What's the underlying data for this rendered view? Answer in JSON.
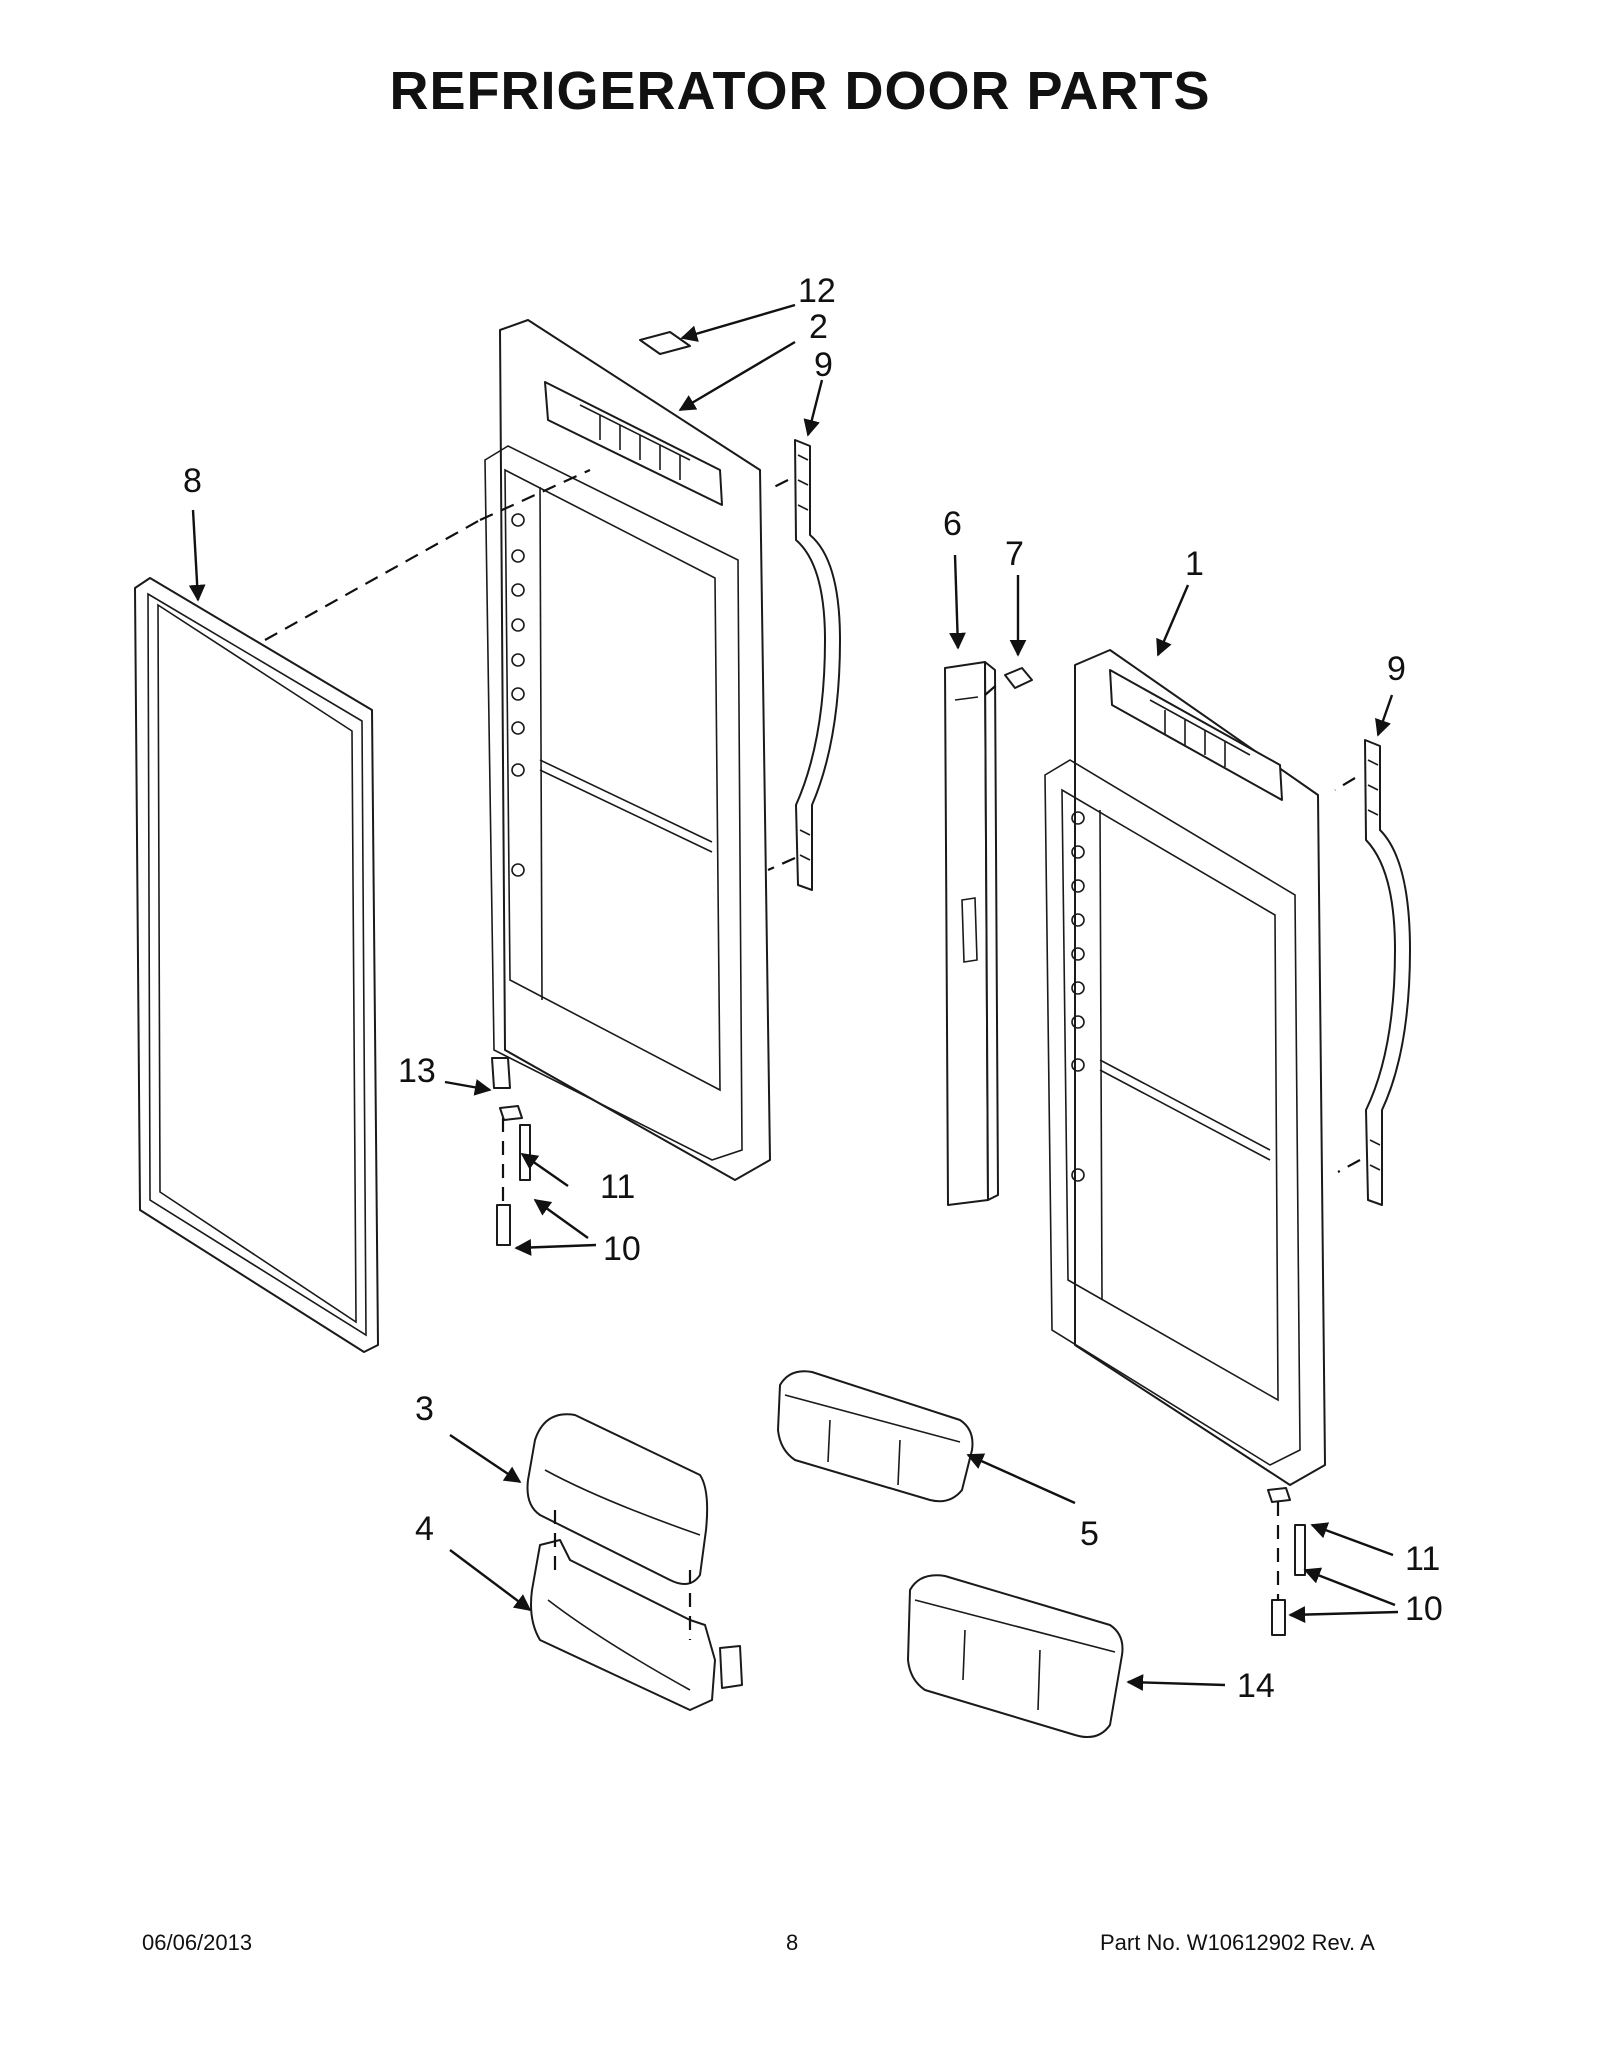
{
  "page": {
    "title": "REFRIGERATOR DOOR PARTS",
    "footer": {
      "date": "06/06/2013",
      "page_number": "8",
      "part_number": "Part No.  W10612902  Rev.  A"
    }
  },
  "callouts": {
    "c1": "1",
    "c2": "2",
    "c3": "3",
    "c4": "4",
    "c5": "5",
    "c6": "6",
    "c7": "7",
    "c8": "8",
    "c9a": "9",
    "c9b": "9",
    "c10a": "10",
    "c10b": "10",
    "c11a": "11",
    "c11b": "11",
    "c12": "12",
    "c13": "13",
    "c14": "14"
  }
}
